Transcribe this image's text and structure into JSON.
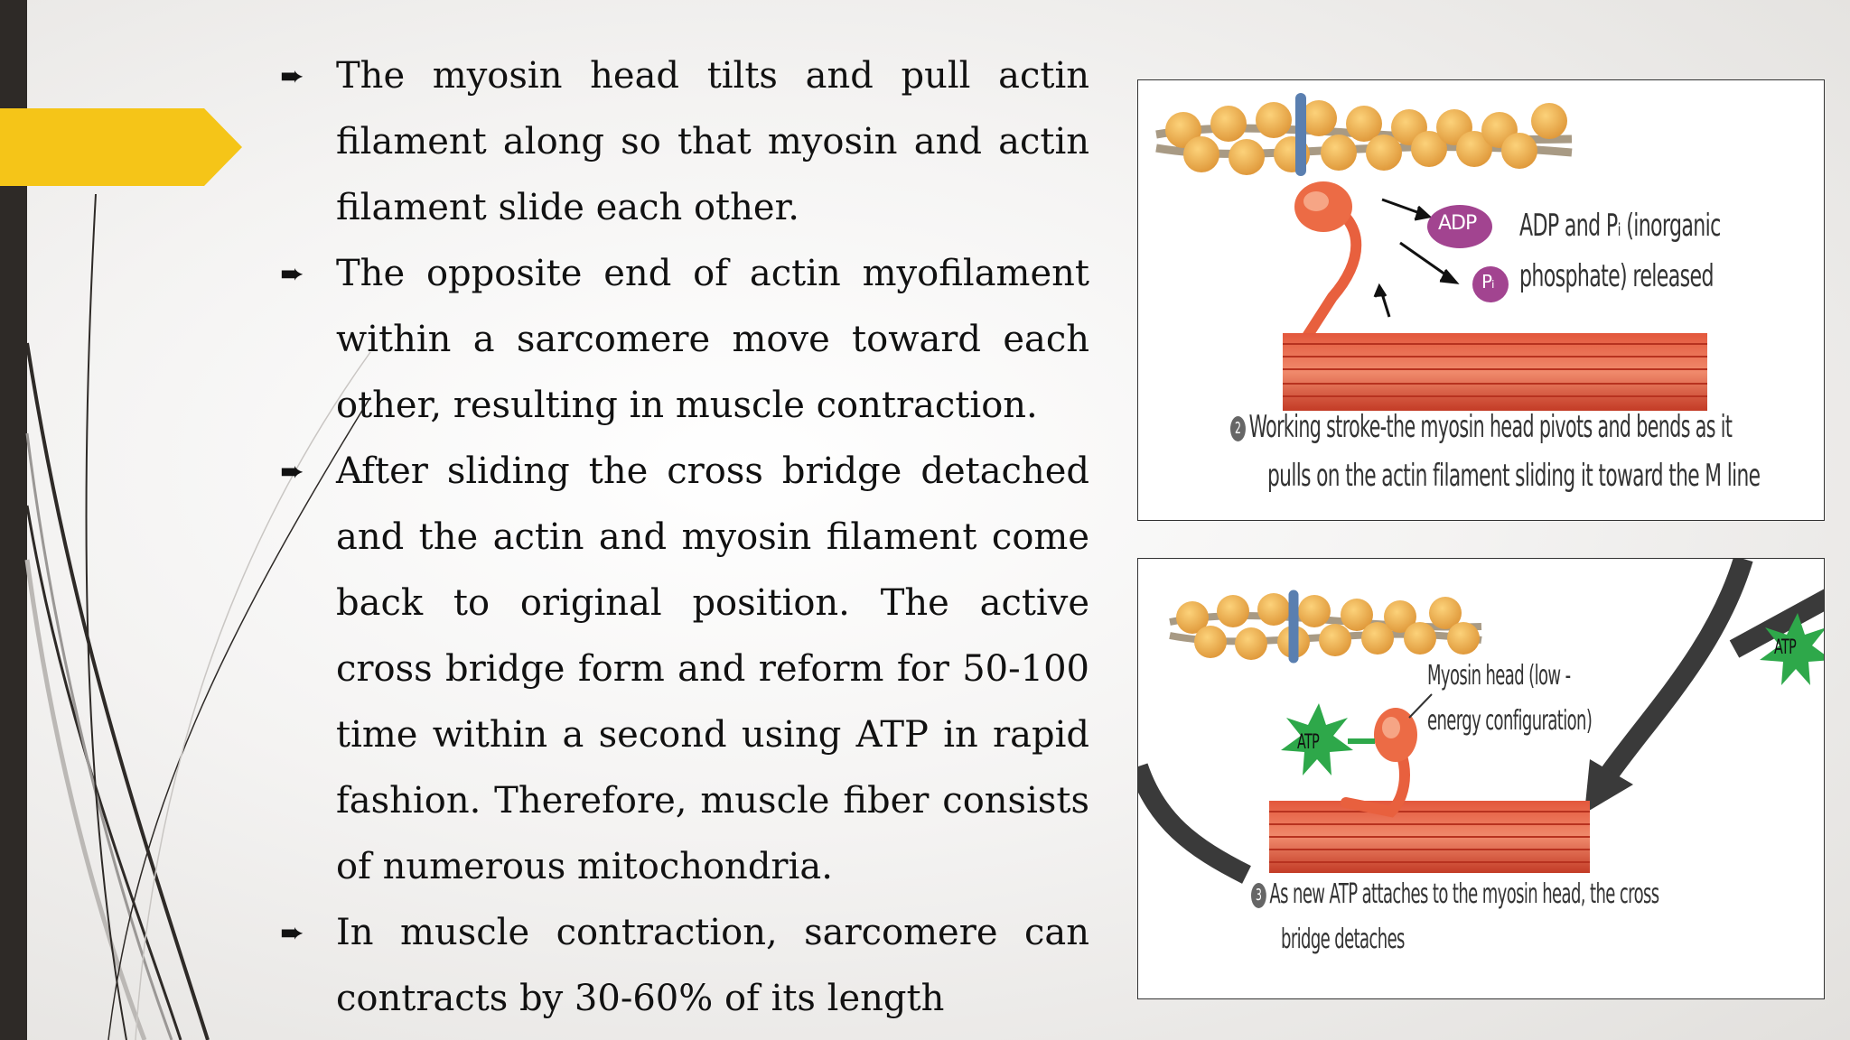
{
  "bullets": [
    "The myosin head tilts and pull actin filament along so that myosin and actin filament slide each other.",
    " The opposite end of actin myofilament within a sarcomere move toward each other, resulting in muscle contraction.",
    "After sliding the cross bridge detached and the actin and myosin filament come back to original position. The active cross bridge form and reform for 50-100 time within a second using ATP in rapid fashion. Therefore, muscle fiber consists of numerous mitochondria.",
    "In muscle contraction, sarcomere can contracts by 30-60% of its length"
  ],
  "bullet_icon": "arrow-right-icon",
  "colors": {
    "accent": "#f5c518",
    "bar": "#2e2a27"
  },
  "figure_top": {
    "adp_label": "ADP",
    "pi_label": "Pᵢ",
    "released_line1": "ADP and Pᵢ (inorganic",
    "released_line2": "phosphate) released",
    "step": "2",
    "caption_line1": "Working stroke-the myosin head pivots and bends as it",
    "caption_line2": "pulls on the actin filament sliding it toward the M line"
  },
  "figure_bottom": {
    "atp_left": "ATP",
    "atp_right": "ATP",
    "myosin_line1": "Myosin head (low -",
    "myosin_line2": "energy configuration)",
    "step": "3",
    "caption_line1": "As new ATP attaches to the myosin head, the cross",
    "caption_line2": "bridge detaches"
  }
}
